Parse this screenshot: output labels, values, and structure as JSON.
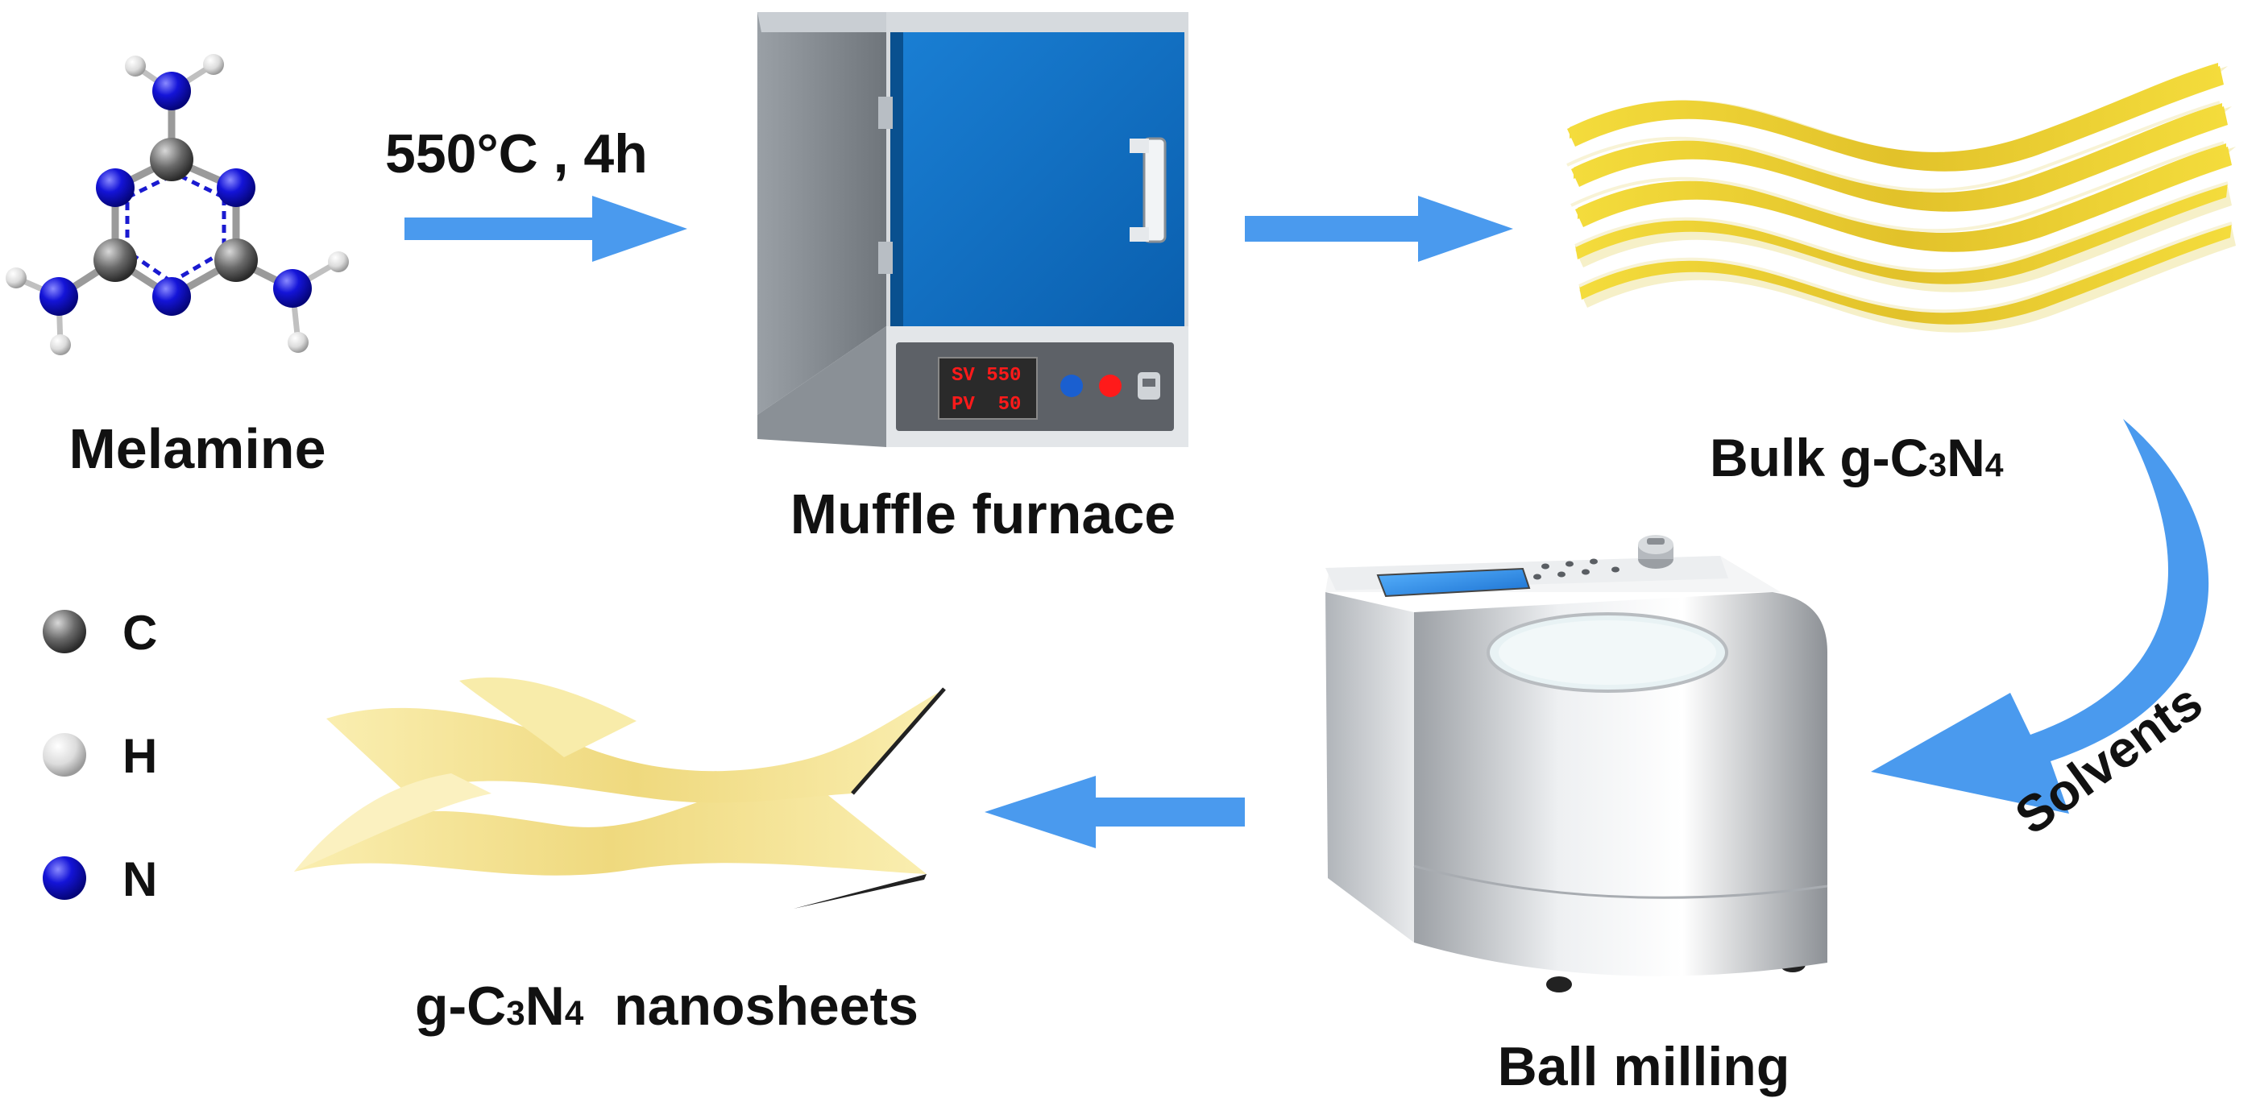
{
  "process": {
    "molecule_label": "Melamine",
    "condition_label": "550°C , 4h",
    "furnace_label": "Muffle furnace",
    "furnace_display": {
      "line1": "SV 550",
      "line2": "PV  50"
    },
    "bulk_label": {
      "prefix": "Bulk g-C",
      "sub1": "3",
      "mid": "N",
      "sub2": "4"
    },
    "solvent_label": "Solvents",
    "mill_label": "Ball milling",
    "nanosheet_label": {
      "prefix": "g-C",
      "sub1": "3",
      "mid": "N",
      "sub2": "4",
      "suffix": "  nanosheets"
    }
  },
  "legend": [
    {
      "symbol": "C",
      "color": "#4d4d4d"
    },
    {
      "symbol": "H",
      "color": "#e6e6e6"
    },
    {
      "symbol": "N",
      "color": "#1010c8"
    }
  ],
  "colors": {
    "arrow": "#4a9aee",
    "furnace_door": "#0b6cc2",
    "sheet_bulk": "#f0d22a",
    "sheet_nano": "#f6e69a",
    "display_text": "#ff1a1a"
  }
}
